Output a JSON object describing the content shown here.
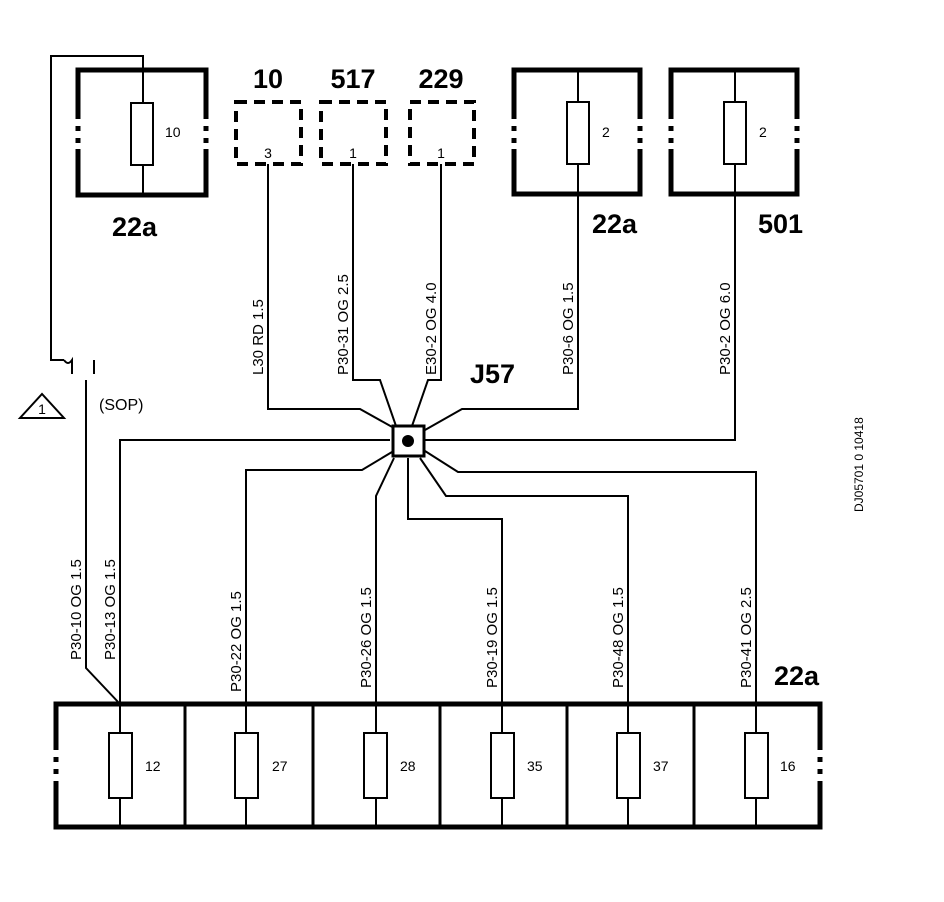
{
  "components": {
    "fuse_box_top_left": {
      "label": "22a",
      "fuse": "10"
    },
    "connector_10": {
      "label": "10",
      "pin": "3"
    },
    "connector_517": {
      "label": "517",
      "pin": "1"
    },
    "connector_229": {
      "label": "229",
      "pin": "1"
    },
    "fuse_box_top_mid": {
      "label": "22a",
      "fuse": "2"
    },
    "fuse_box_501": {
      "label": "501",
      "fuse": "2"
    },
    "splice": {
      "label": "J57"
    },
    "fuse_box_bottom": {
      "label": "22a",
      "fuses": [
        "12",
        "27",
        "28",
        "35",
        "37",
        "16"
      ]
    }
  },
  "wires": [
    {
      "id": "w1",
      "text": "L30   RD   1.5"
    },
    {
      "id": "w2",
      "text": "P30-31   OG   2.5"
    },
    {
      "id": "w3",
      "text": "E30-2   OG   4.0"
    },
    {
      "id": "w4",
      "text": "P30-6   OG   1.5"
    },
    {
      "id": "w5",
      "text": "P30-2   OG   6.0"
    },
    {
      "id": "w6",
      "text": "P30-10   OG   1.5"
    },
    {
      "id": "w7",
      "text": "P30-13   OG   1.5"
    },
    {
      "id": "w8",
      "text": "P30-22   OG   1.5"
    },
    {
      "id": "w9",
      "text": "P30-26   OG   1.5"
    },
    {
      "id": "w10",
      "text": "P30-19   OG   1.5"
    },
    {
      "id": "w11",
      "text": "P30-48   OG   1.5"
    },
    {
      "id": "w12",
      "text": "P30-41   OG   2.5"
    }
  ],
  "notes": {
    "triangle": "1",
    "sop": "(SOP)"
  },
  "doc_id": "DJ05701 0  10418"
}
